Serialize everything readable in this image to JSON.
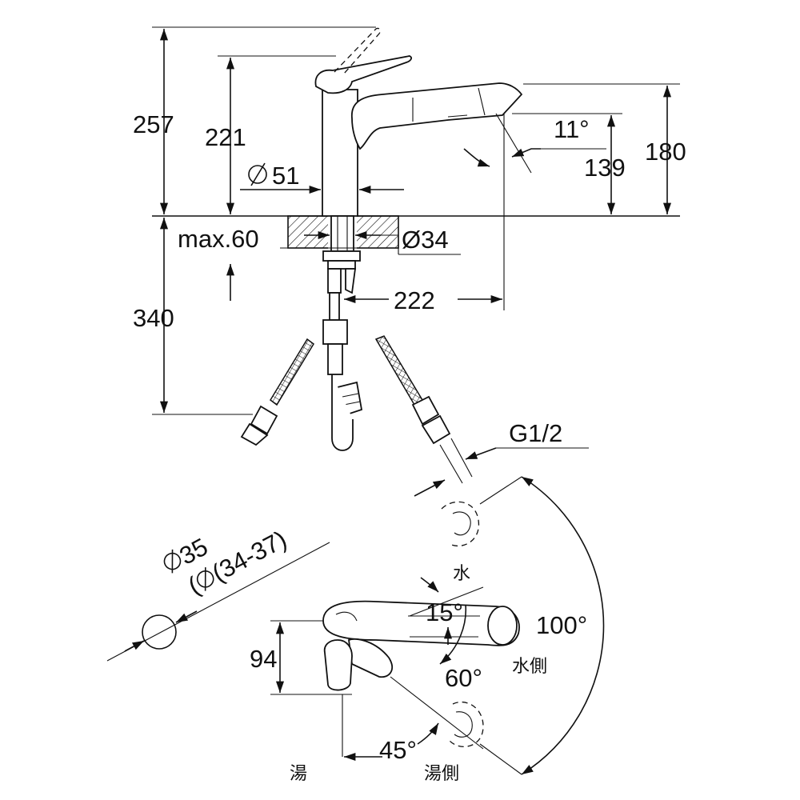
{
  "drawing": {
    "dimensions": {
      "total_height": "257",
      "body_height": "221",
      "body_diameter": "51",
      "spout_height": "180",
      "outlet_height": "139",
      "spout_angle": "11°",
      "counter_thickness": "max.60",
      "mount_diameter": "Ø34",
      "below_counter": "340",
      "reach": "222",
      "thread": "G1/2",
      "hole_diameter": "35",
      "hole_range": "(34-37)",
      "lever_height": "94",
      "lever_swing": "100°",
      "cold_angle": "15°",
      "hot_angle_60": "60°",
      "hot_angle_45": "45°"
    },
    "labels": {
      "water": "水",
      "water_side": "水側",
      "hot": "湯",
      "hot_side": "湯側"
    },
    "diameter_symbol": "Ø"
  }
}
